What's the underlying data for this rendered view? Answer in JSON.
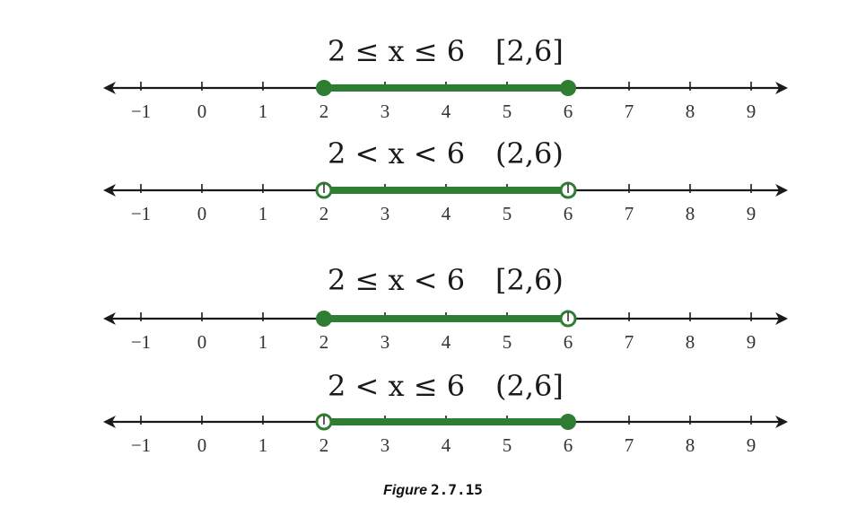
{
  "colors": {
    "segment": "#2e7d32",
    "axis": "#1a1a1a",
    "text": "#1a1a1a"
  },
  "ticks": [
    "−1",
    "0",
    "1",
    "2",
    "3",
    "4",
    "5",
    "6",
    "7",
    "8",
    "9"
  ],
  "tick_values": [
    -1,
    0,
    1,
    2,
    3,
    4,
    5,
    6,
    7,
    8,
    9
  ],
  "rows": [
    {
      "inequality": "2 ≤ x ≤ 6",
      "interval": "[2,6]",
      "start": 2,
      "end": 6,
      "start_closed": true,
      "end_closed": true
    },
    {
      "inequality": "2 < x < 6",
      "interval": "(2,6)",
      "start": 2,
      "end": 6,
      "start_closed": false,
      "end_closed": false
    },
    {
      "inequality": "2 ≤ x < 6",
      "interval": "[2,6)",
      "start": 2,
      "end": 6,
      "start_closed": true,
      "end_closed": false
    },
    {
      "inequality": "2 < x ≤ 6",
      "interval": "(2,6]",
      "start": 2,
      "end": 6,
      "start_closed": false,
      "end_closed": true
    }
  ],
  "caption": {
    "label": "Figure",
    "number": "2.7.15"
  }
}
